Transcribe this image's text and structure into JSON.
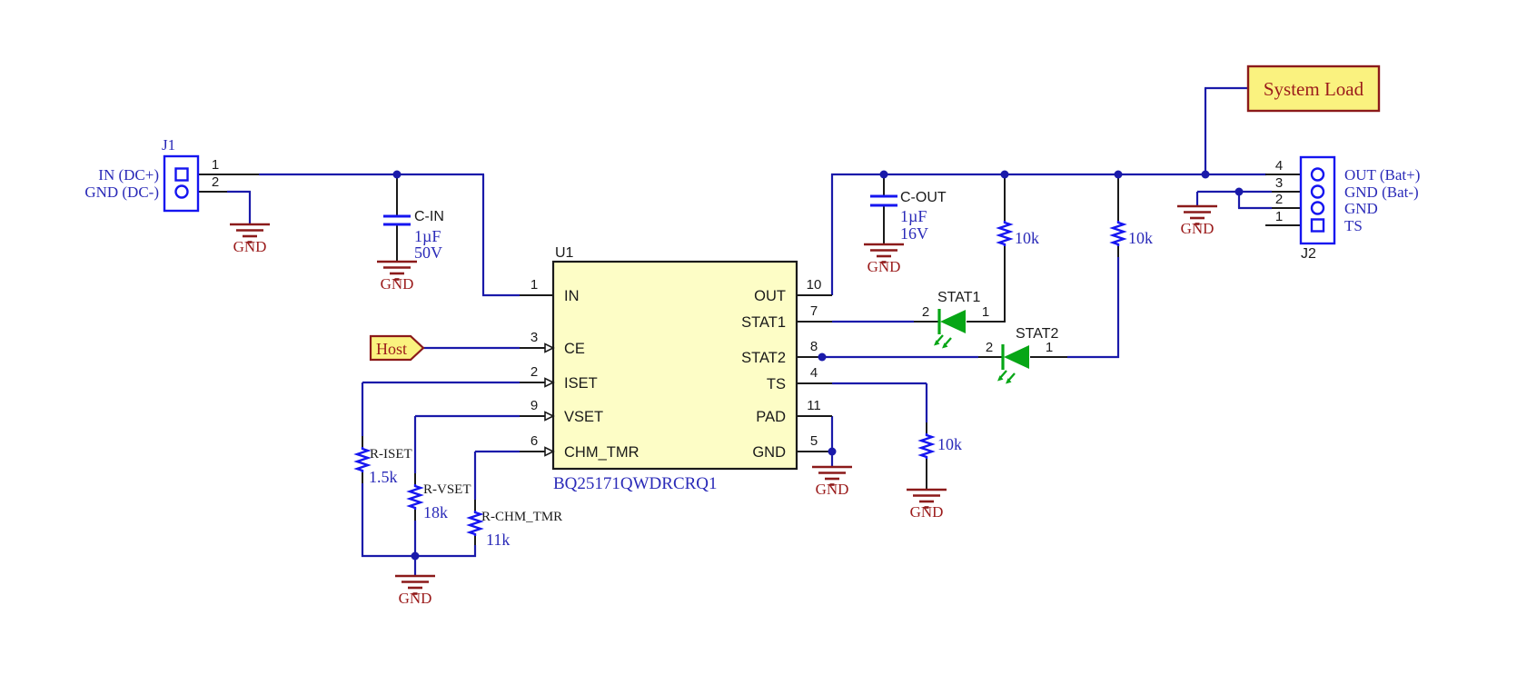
{
  "labels": {
    "gnd": "GND"
  },
  "flags": {
    "host": "Host",
    "system_load": "System Load"
  },
  "j1": {
    "ref": "J1",
    "pin1_num": "1",
    "pin2_num": "2",
    "pin1_label": "IN (DC+)",
    "pin2_label": "GND (DC-)"
  },
  "j2": {
    "ref": "J2",
    "pins": [
      {
        "num": "4",
        "label": "OUT (Bat+)"
      },
      {
        "num": "3",
        "label": "GND (Bat-)"
      },
      {
        "num": "2",
        "label": "GND"
      },
      {
        "num": "1",
        "label": "TS"
      }
    ]
  },
  "u1": {
    "ref": "U1",
    "part": "BQ25171QWDRCRQ1",
    "left_pins": [
      {
        "num": "1",
        "name": "IN"
      },
      {
        "num": "3",
        "name": "CE"
      },
      {
        "num": "2",
        "name": "ISET"
      },
      {
        "num": "9",
        "name": "VSET"
      },
      {
        "num": "6",
        "name": "CHM_TMR"
      }
    ],
    "right_pins": [
      {
        "num": "10",
        "name": "OUT"
      },
      {
        "num": "7",
        "name": "STAT1"
      },
      {
        "num": "8",
        "name": "STAT2"
      },
      {
        "num": "4",
        "name": "TS"
      },
      {
        "num": "11",
        "name": "PAD"
      },
      {
        "num": "5",
        "name": "GND"
      }
    ]
  },
  "c_in": {
    "ref": "C-IN",
    "value": "1µF",
    "voltage": "50V"
  },
  "c_out": {
    "ref": "C-OUT",
    "value": "1µF",
    "voltage": "16V"
  },
  "r_iset": {
    "ref": "R-ISET",
    "value": "1.5k"
  },
  "r_vset": {
    "ref": "R-VSET",
    "value": "18k"
  },
  "r_chm_tmr": {
    "ref": "R-CHM_TMR",
    "value": "11k"
  },
  "r_pullup1": {
    "value": "10k"
  },
  "r_pullup2": {
    "value": "10k"
  },
  "r_ts": {
    "value": "10k"
  },
  "led1": {
    "ref": "STAT1",
    "pin_cathode": "2",
    "pin_anode": "1"
  },
  "led2": {
    "ref": "STAT2",
    "pin_cathode": "2",
    "pin_anode": "1"
  },
  "colors": {
    "wire_blue": "#1a1aaa",
    "component_blue": "#1515f0",
    "value_blue": "#2a2ab8",
    "dark_red": "#8b1a1a",
    "text_red": "#9b1b1b",
    "led_green": "#07a616",
    "ic_fill": "#fdfdc6",
    "flag_fill": "#faf27f",
    "black": "#1a1a1a"
  }
}
